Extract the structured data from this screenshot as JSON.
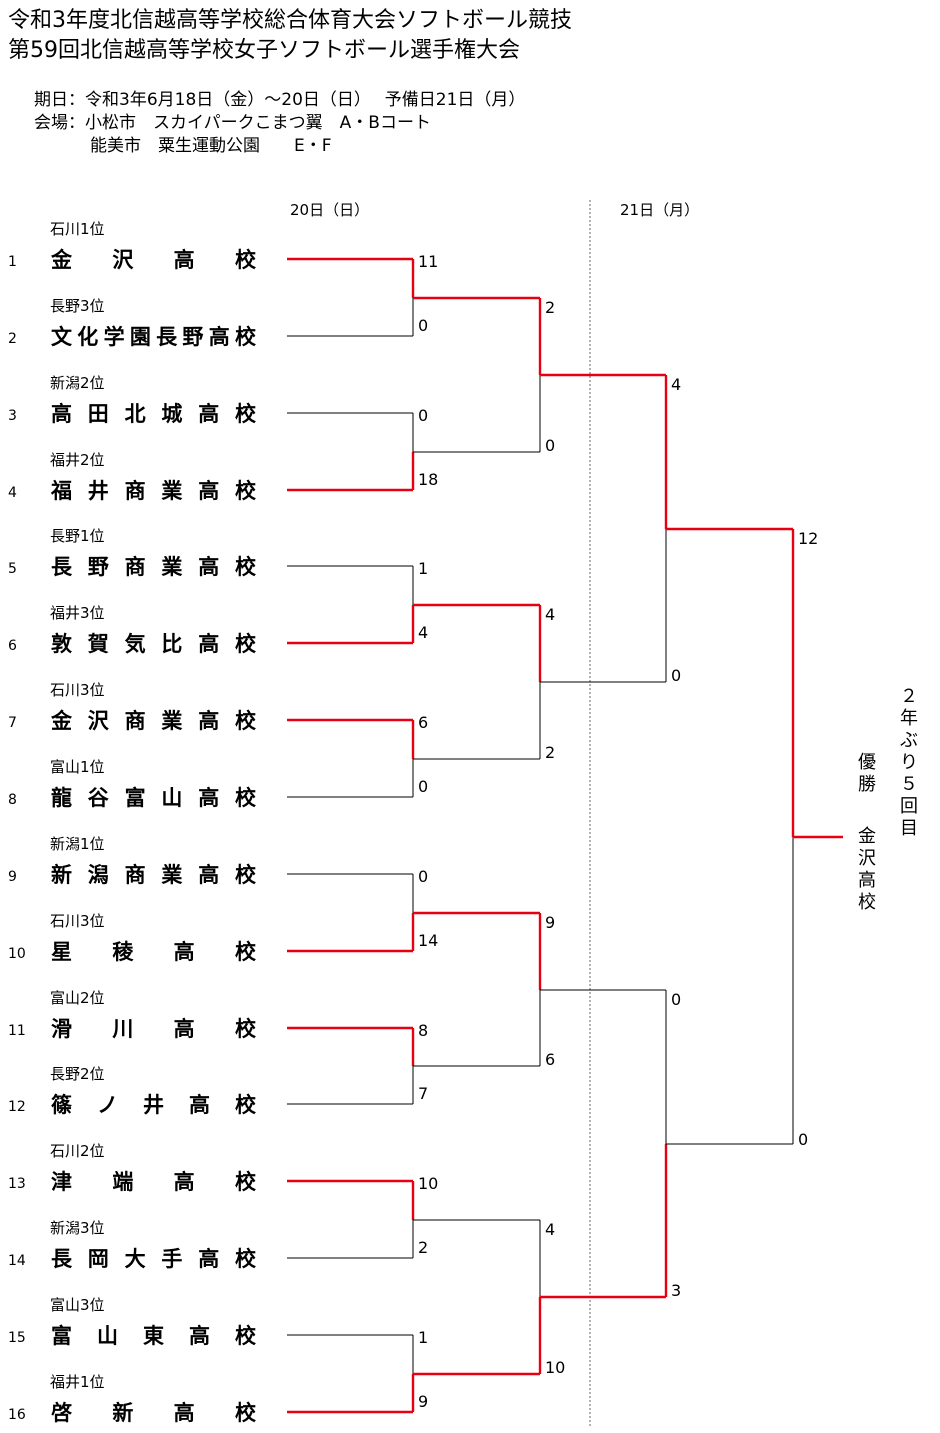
{
  "header": {
    "title1": "令和3年度北信越高等学校総合体育大会ソフトボール競技",
    "title2": "第59回北信越高等学校女子ソフトボール選手権大会",
    "date": "期日：令和3年6月18日（金）～20日（日）　 予備日21日（月）",
    "venue1": "会場：小松市　スカイパークこまつ翼　A・Bコート",
    "venue2": "能美市　粟生運動公園　　E・F"
  },
  "days": [
    "20日（日）",
    "21日（月）"
  ],
  "teams": [
    {
      "no": "1",
      "seed": "石川1位",
      "name": "金沢高校"
    },
    {
      "no": "2",
      "seed": "長野3位",
      "name": "文化学園長野高校"
    },
    {
      "no": "3",
      "seed": "新潟2位",
      "name": "高田北城高校"
    },
    {
      "no": "4",
      "seed": "福井2位",
      "name": "福井商業高校"
    },
    {
      "no": "5",
      "seed": "長野1位",
      "name": "長野商業高校"
    },
    {
      "no": "6",
      "seed": "福井3位",
      "name": "敦賀気比高校"
    },
    {
      "no": "7",
      "seed": "石川3位",
      "name": "金沢商業高校"
    },
    {
      "no": "8",
      "seed": "富山1位",
      "name": "龍谷富山高校"
    },
    {
      "no": "9",
      "seed": "新潟1位",
      "name": "新潟商業高校"
    },
    {
      "no": "10",
      "seed": "石川3位",
      "name": "星稜高校"
    },
    {
      "no": "11",
      "seed": "富山2位",
      "name": "滑川高校"
    },
    {
      "no": "12",
      "seed": "長野2位",
      "name": "篠ノ井高校"
    },
    {
      "no": "13",
      "seed": "石川2位",
      "name": "津端高校"
    },
    {
      "no": "14",
      "seed": "新潟3位",
      "name": "長岡大手高校"
    },
    {
      "no": "15",
      "seed": "富山3位",
      "name": "富山東高校"
    },
    {
      "no": "16",
      "seed": "福井1位",
      "name": "啓新高校"
    }
  ],
  "round1": [
    {
      "scores": [
        "11",
        "0"
      ],
      "winner": 0
    },
    {
      "scores": [
        "0",
        "18"
      ],
      "winner": 1
    },
    {
      "scores": [
        "1",
        "4"
      ],
      "winner": 1
    },
    {
      "scores": [
        "6",
        "0"
      ],
      "winner": 0
    },
    {
      "scores": [
        "0",
        "14"
      ],
      "winner": 1
    },
    {
      "scores": [
        "8",
        "7"
      ],
      "winner": 0
    },
    {
      "scores": [
        "10",
        "2"
      ],
      "winner": 0
    },
    {
      "scores": [
        "1",
        "9"
      ],
      "winner": 1
    }
  ],
  "round2": [
    {
      "scores": [
        "2",
        "0"
      ],
      "winner": 0
    },
    {
      "scores": [
        "4",
        "2"
      ],
      "winner": 0
    },
    {
      "scores": [
        "9",
        "6"
      ],
      "winner": 0
    },
    {
      "scores": [
        "4",
        "10"
      ],
      "winner": 1
    }
  ],
  "semifinal": [
    {
      "scores": [
        "4",
        "0"
      ],
      "winner": 0
    },
    {
      "scores": [
        "0",
        "3"
      ],
      "winner": 1
    }
  ],
  "final": {
    "scores": [
      "12",
      "0"
    ],
    "winner": 0
  },
  "champion": {
    "label": "優勝",
    "team": "金沢高校",
    "note": "２年ぶり５回目"
  },
  "colors": {
    "win": "#e60012",
    "line": "#000000"
  }
}
